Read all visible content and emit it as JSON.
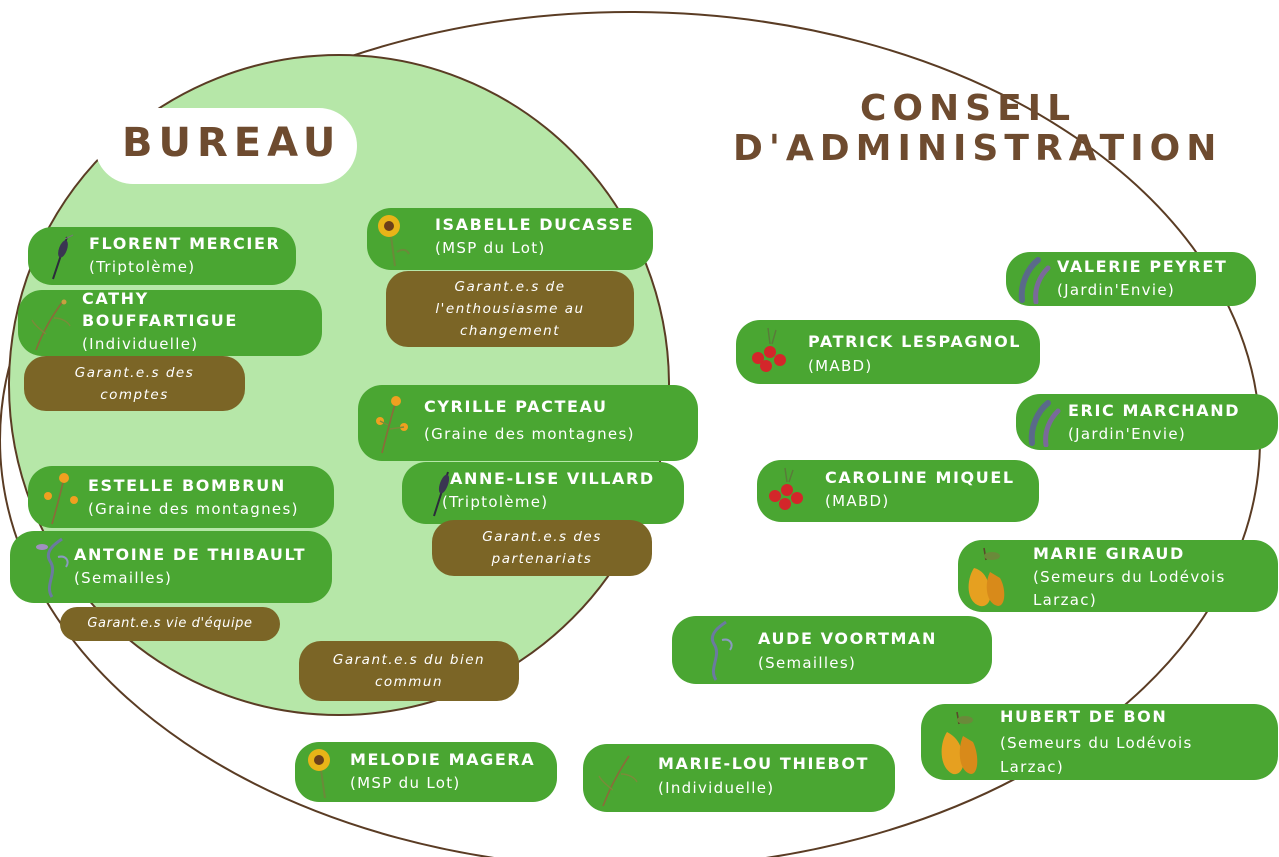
{
  "sections": {
    "bureau_title": "BUREAU",
    "ca_title_line1": "CONSEIL",
    "ca_title_line2": "D'ADMINISTRATION"
  },
  "colors": {
    "member_pill": "#4aa632",
    "garant_pill": "#7b6526",
    "bureau_circle": "#b6e7a8",
    "outline": "#5a3c24",
    "title_text": "#6e4b2f"
  },
  "bureau_members": [
    {
      "name": "FLORENT MERCIER",
      "org": "(Triptolème)",
      "icon": "wheat-icon"
    },
    {
      "name_line1": "CATHY",
      "name_line2": "BOUFFARTIGUE",
      "org": "(Individuelle)",
      "icon": "herb-icon"
    },
    {
      "name": "ISABELLE DUCASSE",
      "org": "(MSP du Lot)",
      "icon": "sunflower-icon"
    },
    {
      "name": "CYRILLE PACTEAU",
      "org": "(Graine des montagnes)",
      "icon": "yellow-flower-icon"
    },
    {
      "name": "ANNE-LISE VILLARD",
      "org": "(Triptolème)",
      "icon": "wheat-icon"
    },
    {
      "name": "ESTELLE BOMBRUN",
      "org": "(Graine des montagnes)",
      "icon": "yellow-flower-icon"
    },
    {
      "name": "ANTOINE DE THIBAULT",
      "org": "(Semailles)",
      "icon": "bean-icon"
    }
  ],
  "garants": {
    "comptes": "Garant.e.s des\ncomptes",
    "enthousiasme": "Garant.e.s de\nl'enthousiasme au\nchangement",
    "partenariats": "Garant.e.s des\npartenariats",
    "equipe": "Garant.e.s vie d'équipe",
    "bien_commun": "Garant.e.s du bien\ncommun"
  },
  "ca_members": [
    {
      "name": "MELODIE MAGERA",
      "org": "(MSP du Lot)",
      "icon": "sunflower-icon"
    },
    {
      "name": "MARIE-LOU THIEBOT",
      "org": "(Individuelle)",
      "icon": "herb-icon"
    },
    {
      "name": "VALERIE PEYRET",
      "org": "(Jardin'Envie)",
      "icon": "pea-pod-icon"
    },
    {
      "name": "PATRICK LESPAGNOL",
      "org": "(MABD)",
      "icon": "tomato-icon"
    },
    {
      "name": "ERIC MARCHAND",
      "org": "(Jardin'Envie)",
      "icon": "pea-pod-icon"
    },
    {
      "name": "CAROLINE MIQUEL",
      "org": "(MABD)",
      "icon": "tomato-icon"
    },
    {
      "name": "MARIE GIRAUD",
      "org_line1": "(Semeurs du Lodévois",
      "org_line2": "Larzac)",
      "icon": "pear-icon"
    },
    {
      "name": "AUDE VOORTMAN",
      "org": "(Semailles)",
      "icon": "bean-icon"
    },
    {
      "name": "HUBERT DE BON",
      "org_line1": "(Semeurs du Lodévois",
      "org_line2": "Larzac)",
      "icon": "pear-icon"
    }
  ]
}
